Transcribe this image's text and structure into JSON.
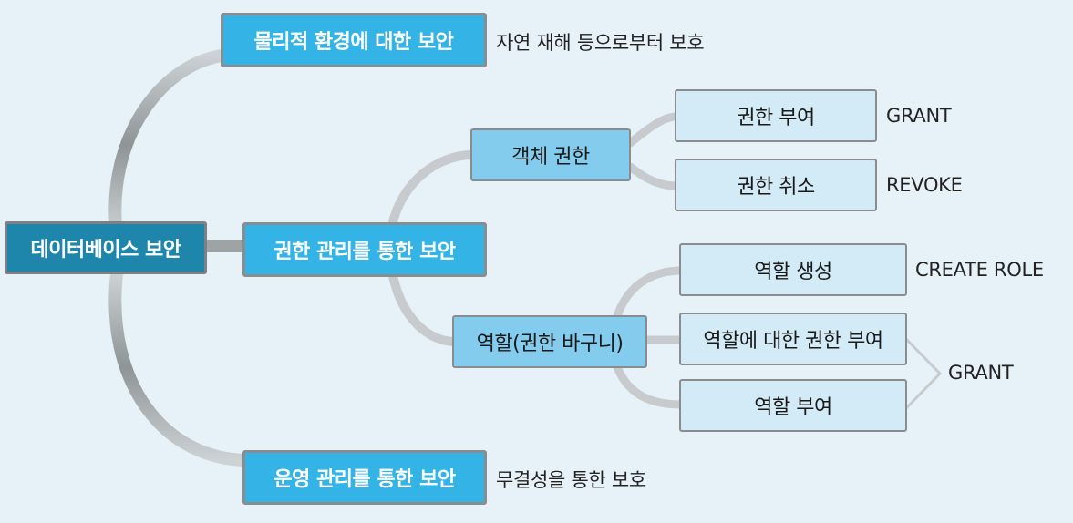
{
  "root": {
    "label": "데이터베이스 보안"
  },
  "branches": {
    "physical": {
      "label": "물리적 환경에 대한 보안",
      "note": "자연 재해 등으로부터 보호"
    },
    "authority": {
      "label": "권한 관리를 통한 보안",
      "object": {
        "label": "객체 권한",
        "grant": {
          "label": "권한 부여",
          "note": "GRANT"
        },
        "revoke": {
          "label": "권한 취소",
          "note": "REVOKE"
        }
      },
      "role": {
        "label": "역할(권한 바구니)",
        "create": {
          "label": "역할 생성",
          "note": "CREATE ROLE"
        },
        "grant_to_role": {
          "label": "역할에 대한 권한 부여"
        },
        "assign": {
          "label": "역할 부여"
        },
        "bracket_note": "GRANT"
      }
    },
    "operation": {
      "label": "운영 관리를 통한 보안",
      "note": "무결성을 통한 보호"
    }
  },
  "colors": {
    "background": "#e6f2f8",
    "root": "#1f86ab",
    "level1": "#34b4e6",
    "level2": "#84ccee",
    "level3": "#d3ebf7",
    "border": "#8a8d90"
  }
}
